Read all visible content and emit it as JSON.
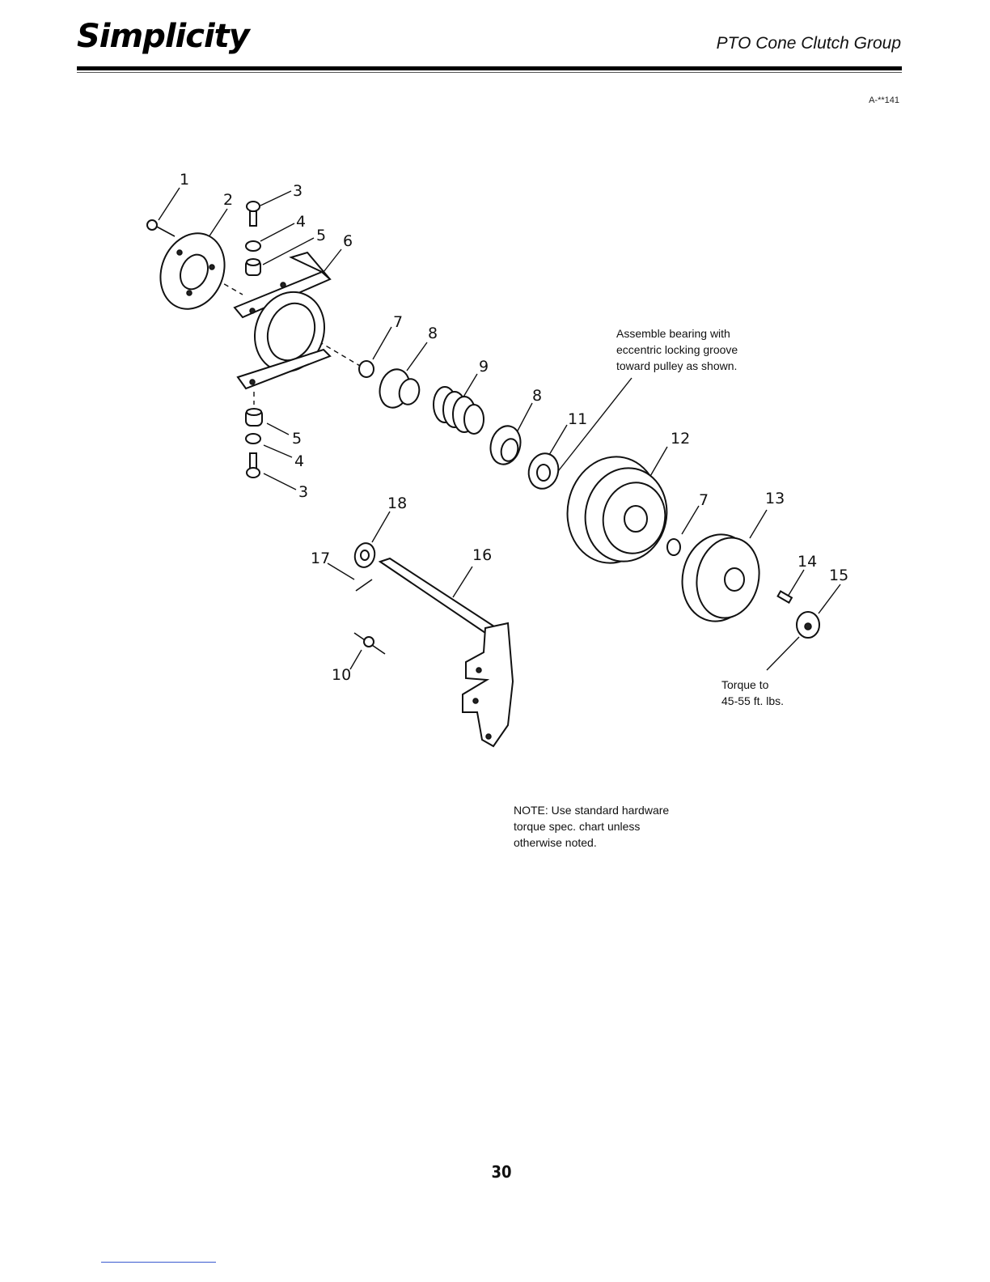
{
  "header": {
    "brand": "Simplicity",
    "title": "PTO Cone Clutch Group",
    "figure_id": "A-**141"
  },
  "notes": {
    "bearing": "Assemble bearing with\neccentric locking groove\ntoward pulley as shown.",
    "torque": "Torque to\n45-55 ft. lbs.",
    "hardware": "NOTE: Use standard hardware\ntorque spec. chart unless\notherwise noted."
  },
  "callouts": {
    "c1": "1",
    "c2": "2",
    "c3a": "3",
    "c4a": "4",
    "c5a": "5",
    "c6": "6",
    "c7a": "7",
    "c8a": "8",
    "c9": "9",
    "c8b": "8",
    "c11": "11",
    "c12": "12",
    "c5b": "5",
    "c4b": "4",
    "c3b": "3",
    "c18": "18",
    "c17": "17",
    "c16": "16",
    "c7b": "7",
    "c13": "13",
    "c14": "14",
    "c15": "15",
    "c10": "10"
  },
  "footer": {
    "page_number": "30"
  }
}
